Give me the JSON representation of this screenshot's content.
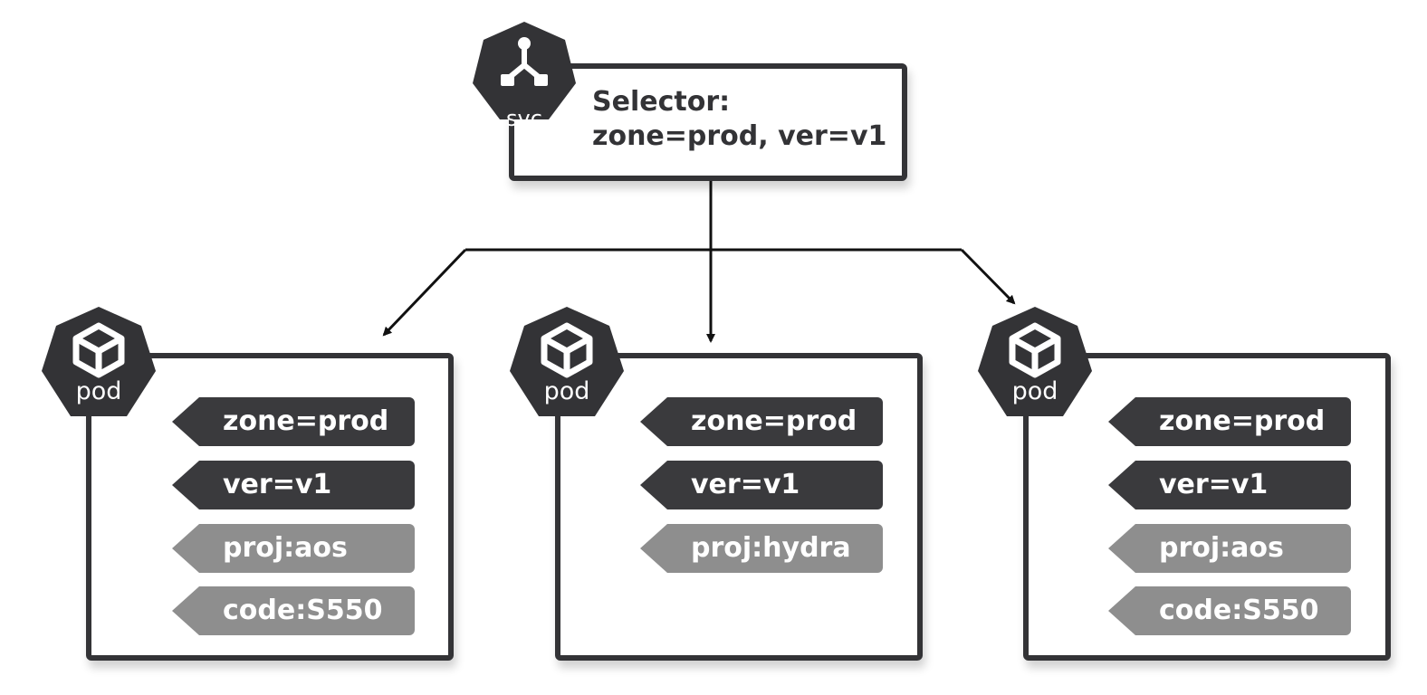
{
  "service": {
    "icon_label": "svc",
    "selector_title": "Selector:",
    "selector_value": "zone=prod, ver=v1"
  },
  "pods": [
    {
      "icon_label": "pod",
      "tags": [
        {
          "text": "zone=prod",
          "style": "dark"
        },
        {
          "text": "ver=v1",
          "style": "dark"
        },
        {
          "text": "proj:aos",
          "style": "light"
        },
        {
          "text": "code:S550",
          "style": "light"
        }
      ]
    },
    {
      "icon_label": "pod",
      "tags": [
        {
          "text": "zone=prod",
          "style": "dark"
        },
        {
          "text": "ver=v1",
          "style": "dark"
        },
        {
          "text": "proj:hydra",
          "style": "light"
        }
      ]
    },
    {
      "icon_label": "pod",
      "tags": [
        {
          "text": "zone=prod",
          "style": "dark"
        },
        {
          "text": "ver=v1",
          "style": "dark"
        },
        {
          "text": "proj:aos",
          "style": "light"
        },
        {
          "text": "code:S550",
          "style": "light"
        }
      ]
    }
  ],
  "colors": {
    "dark": "#3a3a3d",
    "light": "#8e8e8e",
    "outline": "#333336"
  },
  "icons": {
    "service": "service-share-icon",
    "pod": "cube-icon"
  }
}
